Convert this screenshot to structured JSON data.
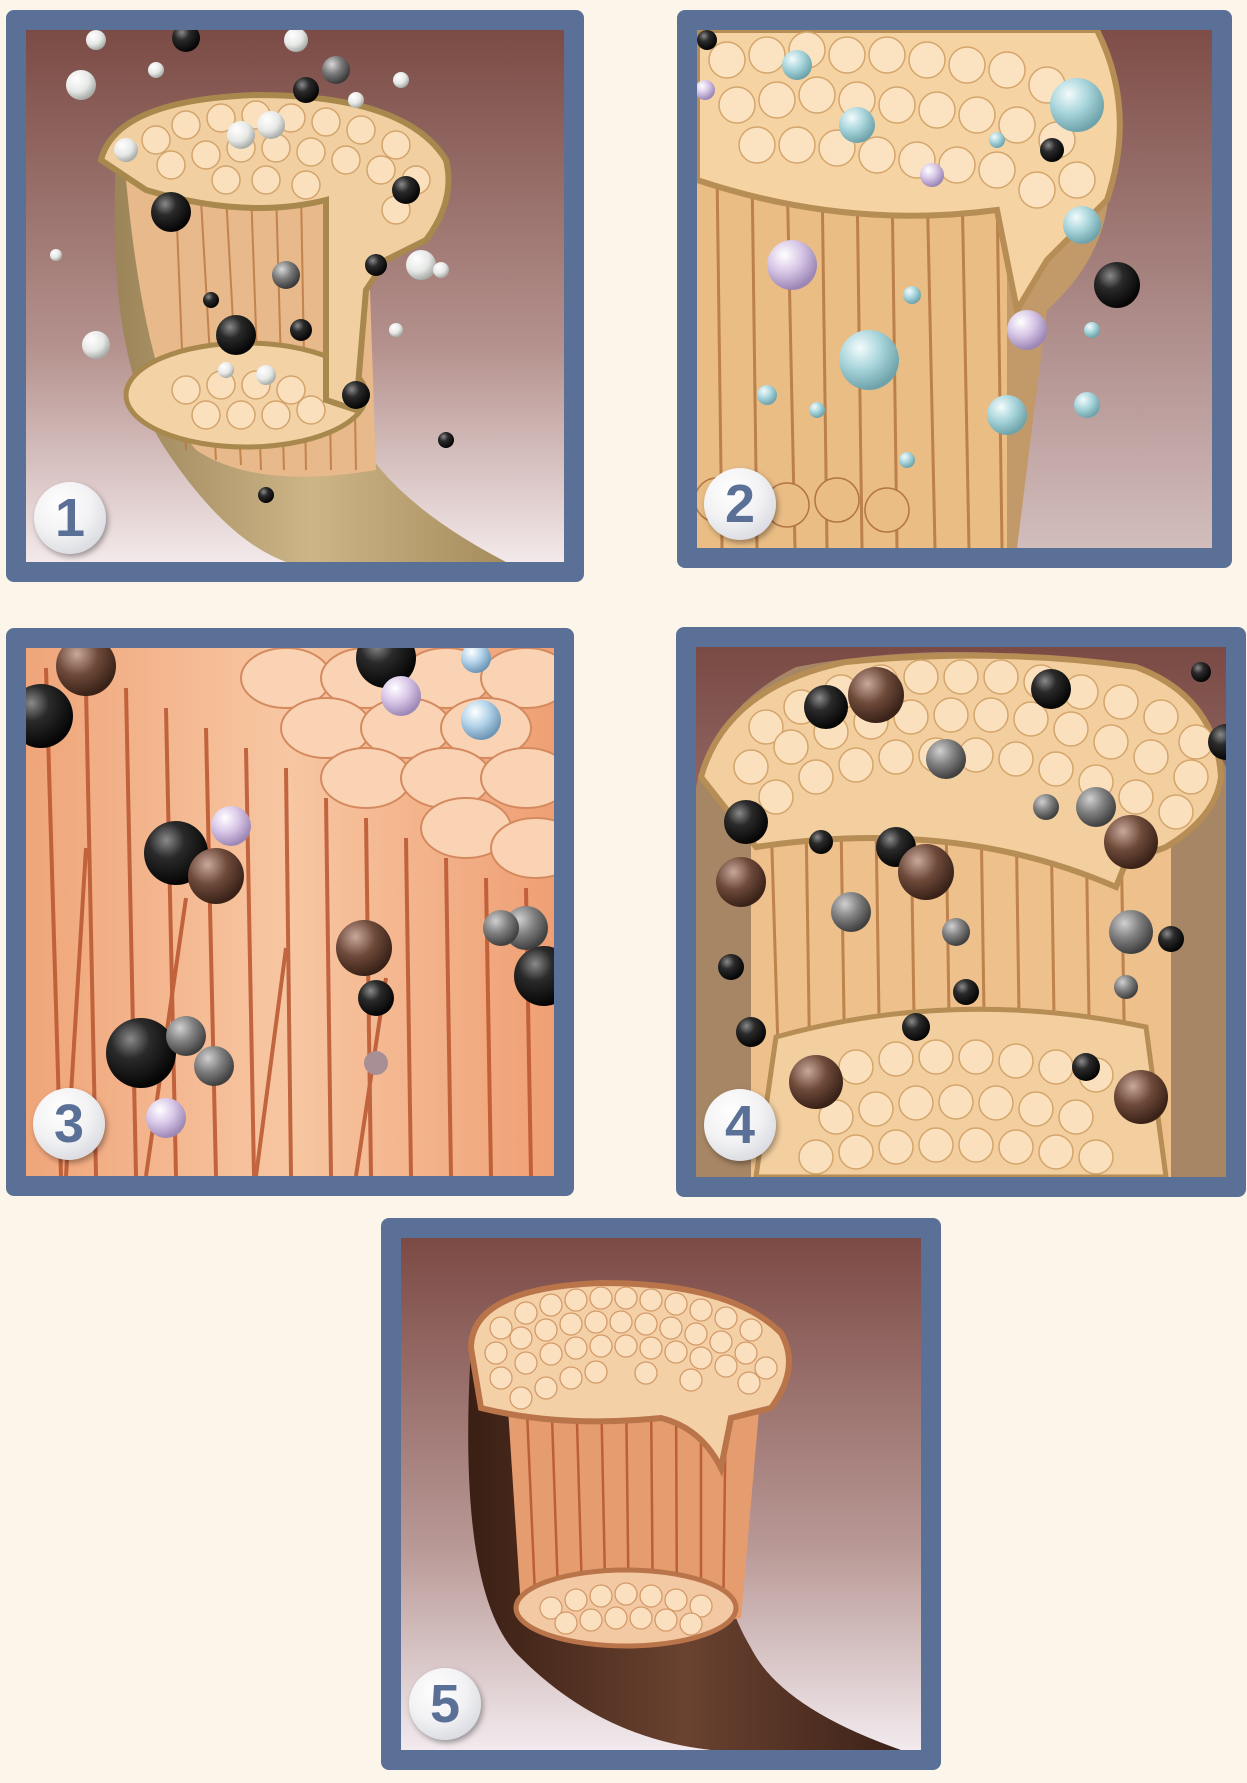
{
  "colors": {
    "frame": "#5b7096",
    "page_background": "#fcf5ea",
    "hair_cuticle": "#c8ad80",
    "hair_cortex": "#f1c896",
    "hair_fiber_lines": "#b96a3a",
    "dark_pigment": "#1e1e1e",
    "brown_pigment": "#5e3d2e"
  },
  "panels": [
    {
      "number": "1",
      "icon": "hair-shaft-bleaching-icon"
    },
    {
      "number": "2",
      "icon": "hair-shaft-dye-penetration-icon"
    },
    {
      "number": "3",
      "icon": "hair-cortex-closeup-icon"
    },
    {
      "number": "4",
      "icon": "hair-shaft-pigment-developing-icon"
    },
    {
      "number": "5",
      "icon": "hair-shaft-colored-icon"
    }
  ]
}
